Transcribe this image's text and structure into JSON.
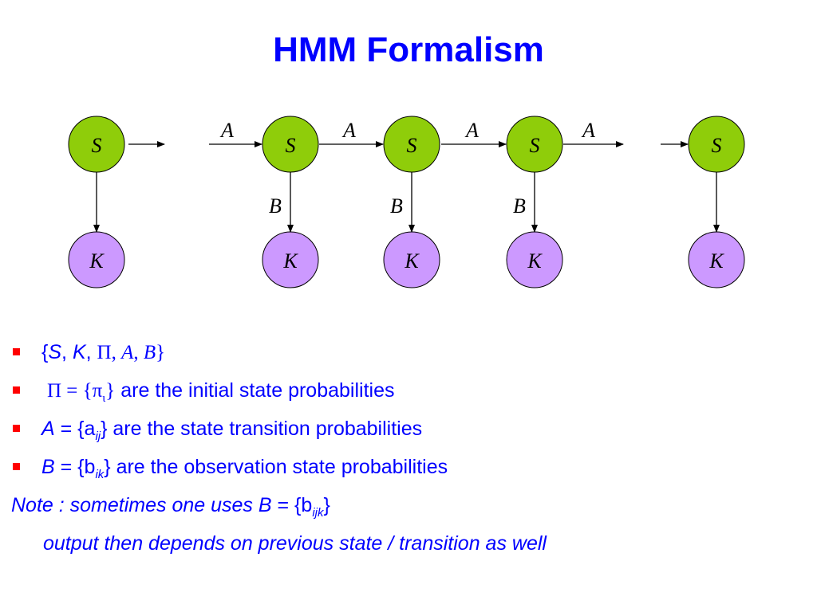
{
  "title": "HMM Formalism",
  "colors": {
    "title": "#0000ff",
    "text": "#0000ff",
    "bullet": "#ff0000",
    "state_fill": "#8fcd0a",
    "obs_fill": "#cc99ff",
    "stroke": "#000000"
  },
  "diagram": {
    "state_label": "S",
    "obs_label": "K",
    "transition_label": "A",
    "emission_label": "B"
  },
  "bullets": {
    "b1": {
      "open": "{",
      "s": "S",
      "sep1": ", ",
      "k": "K",
      "sep2": ", ",
      "pi": "Π",
      "sep3": ", ",
      "a": "A",
      "sep4": ", ",
      "b": "B",
      "close": "}"
    },
    "b2": {
      "pi": "Π",
      "eq": " = ",
      "open": "{",
      "pii": "π",
      "sub": "ι",
      "close": "}",
      "text": " are the initial state probabilities"
    },
    "b3": {
      "a": "A",
      "eq": " = {a",
      "sub": "ij",
      "text": "} are the state transition probabilities"
    },
    "b4": {
      "b": "B",
      "eq": " = {b",
      "sub": "ik",
      "text": "} are the observation state probabilities"
    }
  },
  "note": {
    "line1_pre": "Note : sometimes one uses ",
    "line1_b": "B",
    "line1_eq": " = {b",
    "line1_sub": "ijk",
    "line1_close": "}",
    "line2": "output then depends on previous state / transition as well"
  }
}
